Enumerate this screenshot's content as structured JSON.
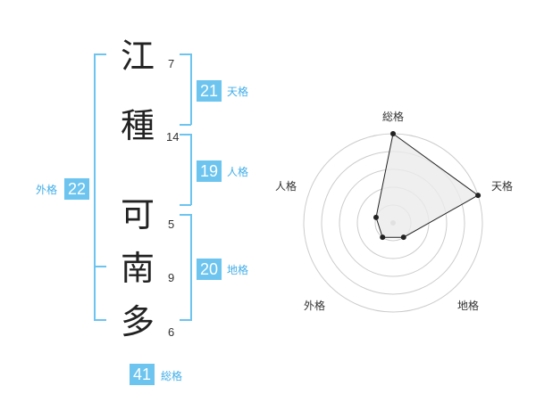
{
  "name": {
    "characters": [
      {
        "char": "江",
        "strokes": "7"
      },
      {
        "char": "種",
        "strokes": "14"
      },
      {
        "char": "可",
        "strokes": "5"
      },
      {
        "char": "南",
        "strokes": "9"
      },
      {
        "char": "多",
        "strokes": "6"
      }
    ]
  },
  "fortune": {
    "tenkaku": {
      "label": "天格",
      "value": "21"
    },
    "jinkaku": {
      "label": "人格",
      "value": "19"
    },
    "chikaku": {
      "label": "地格",
      "value": "20"
    },
    "gaikaku": {
      "label": "外格",
      "value": "22"
    },
    "soukaku": {
      "label": "総格",
      "value": "41"
    }
  },
  "radar": {
    "axes": [
      "総格",
      "天格",
      "地格",
      "外格",
      "人格"
    ],
    "levels": [
      5,
      5,
      1,
      1,
      1
    ],
    "max_level": 5,
    "colors": {
      "grid": "#cccccc",
      "fill": "#ebebeb",
      "line": "#222222",
      "center": "#bbbbbb"
    }
  }
}
